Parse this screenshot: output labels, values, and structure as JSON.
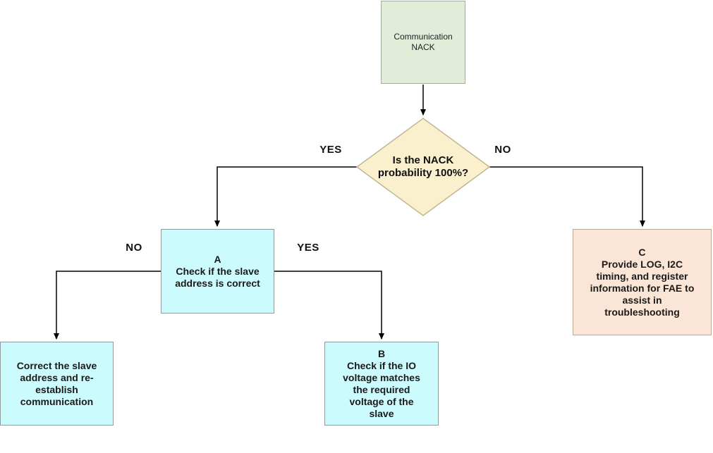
{
  "flowchart": {
    "background": "#ffffff",
    "line_color": "#000000",
    "text_color": "#1a1a1a",
    "nodes": {
      "start": {
        "text": "Communication\nNACK",
        "fill": "#e1ecd9",
        "border": "#9faa9b",
        "shape": "rectangle"
      },
      "decision": {
        "text": "Is the NACK\nprobability 100%?",
        "fill": "#faf0cd",
        "border": "#c0b68e",
        "shape": "diamond"
      },
      "check_address": {
        "text": "A\nCheck if the slave\naddress is correct",
        "fill": "#ccfbfd",
        "border": "#919b9d",
        "shape": "rectangle"
      },
      "correct_address": {
        "text": "Correct the slave\naddress and re-\nestablish\ncommunication",
        "fill": "#ccfbfd",
        "border": "#919b9d",
        "shape": "rectangle"
      },
      "check_voltage": {
        "text": "B\nCheck if the IO\nvoltage matches\nthe required\nvoltage of the\nslave",
        "fill": "#ccfbfd",
        "border": "#919b9d",
        "shape": "rectangle"
      },
      "provide_info": {
        "text": "C\nProvide LOG, I2C\ntiming, and register\ninformation for FAE to\nassist in\ntroubleshooting",
        "fill": "#fbe5d6",
        "border": "#bba995",
        "shape": "rectangle"
      }
    },
    "edge_labels": {
      "decision_yes": "YES",
      "decision_no": "NO",
      "check_address_no": "NO",
      "check_address_yes": "YES"
    }
  }
}
